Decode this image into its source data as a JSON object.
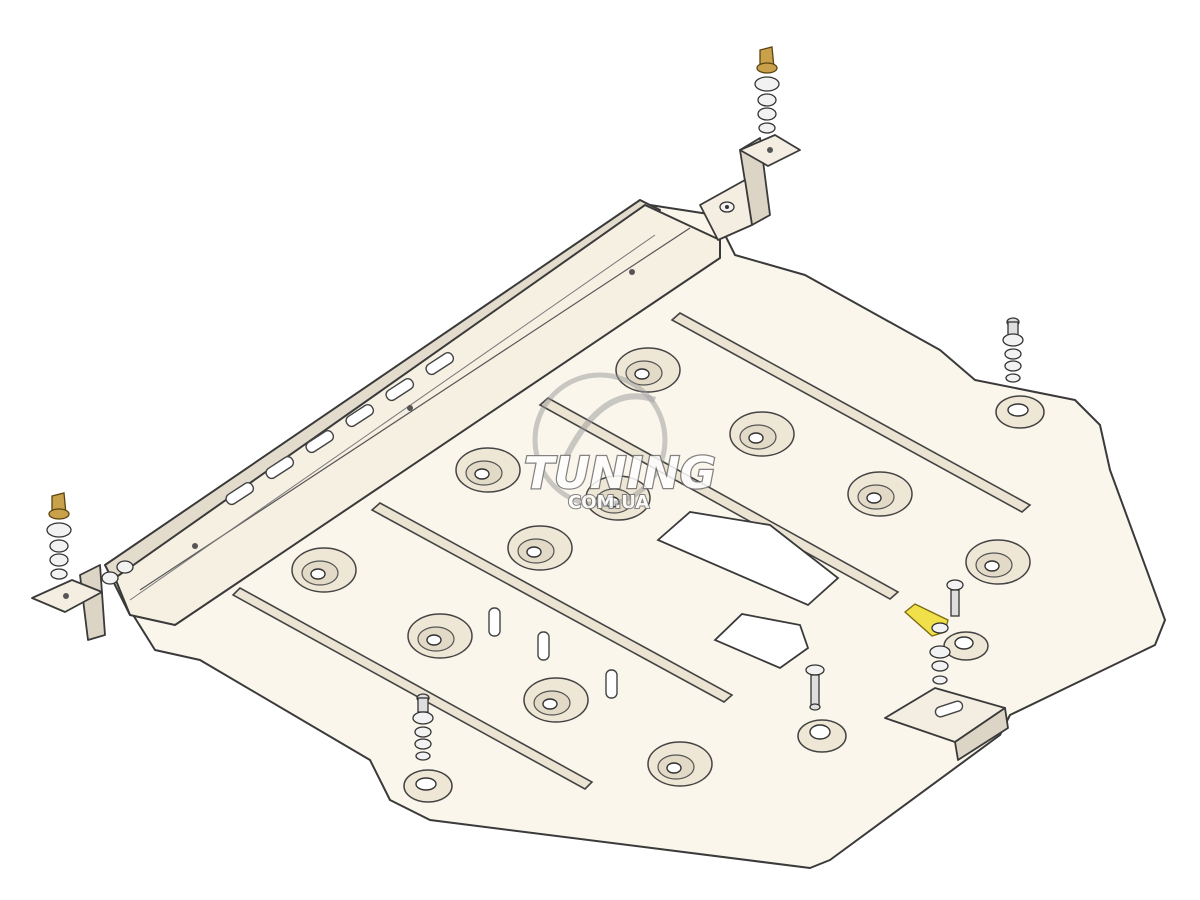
{
  "watermark": {
    "brand": "TUNING",
    "domain": "COM.UA",
    "color_stroke": "#6e6e6e",
    "color_fill": "#ffffff"
  },
  "part": {
    "plate_color": "#fbf6ec",
    "outline_color": "#3a3a3a",
    "dimple_count": 11,
    "rib_count": 4,
    "fastener_sets": 6
  },
  "icons": {
    "brass_nut": "nut-brass-icon",
    "washer": "washer-icon",
    "bolt": "bolt-icon",
    "clip": "clip-yellow-icon"
  },
  "colors": {
    "brass": "#c9a14a",
    "yellow_clip": "#f1e04a"
  }
}
